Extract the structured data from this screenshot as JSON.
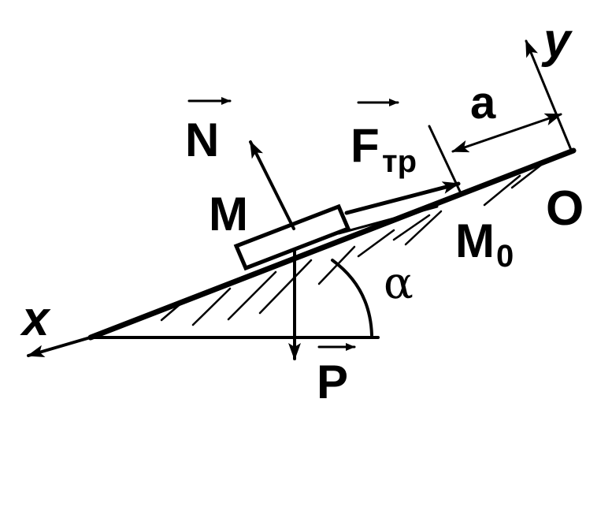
{
  "labels": {
    "x_axis": "x",
    "y_axis": "y",
    "origin": "O",
    "point_m": "M",
    "point_m0": "M",
    "point_m0_sub": "0",
    "force_normal": "N",
    "force_friction": "F",
    "force_friction_sub": "тр",
    "force_weight": "P",
    "distance": "a",
    "angle": "α"
  },
  "colors": {
    "ink": "#000000",
    "background": "#ffffff"
  }
}
